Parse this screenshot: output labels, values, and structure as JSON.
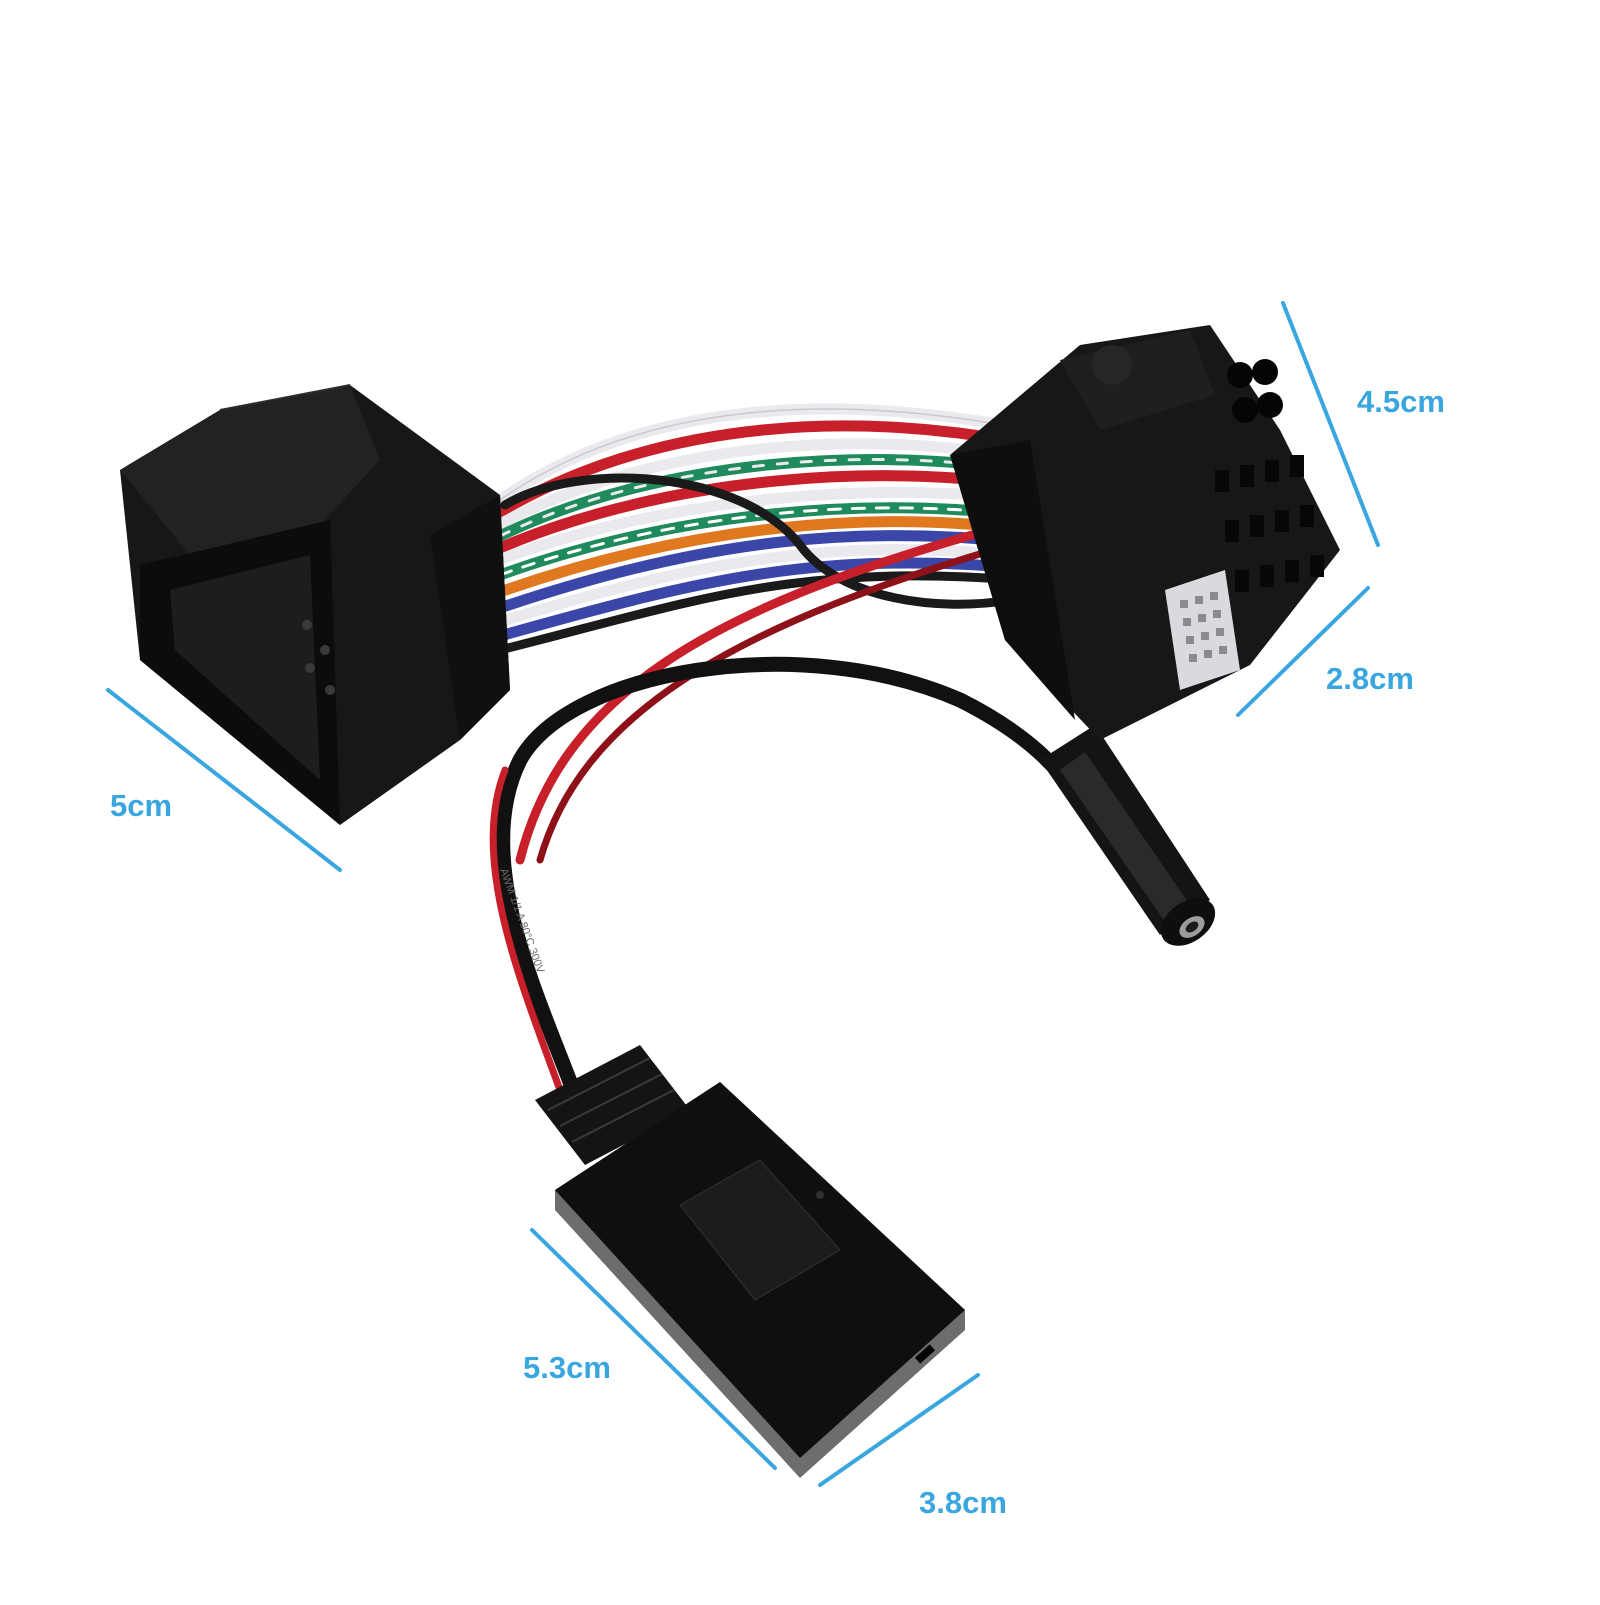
{
  "dimensions": [
    {
      "id": "left-plug-length",
      "label": "5cm"
    },
    {
      "id": "right-plug-height",
      "label": "4.5cm"
    },
    {
      "id": "right-plug-width",
      "label": "2.8cm"
    },
    {
      "id": "module-length",
      "label": "5.3cm"
    },
    {
      "id": "module-width",
      "label": "3.8cm"
    }
  ],
  "colors": {
    "dimension": "#3aa6df",
    "plastic": "#161616",
    "wire_red": "#c8202a",
    "wire_green": "#1f8a5b",
    "wire_orange": "#e0781f",
    "wire_blue": "#3b47a8",
    "wire_white": "#e9e9ee",
    "wire_black": "#1a1a1a"
  },
  "cable_print": "AWM 1/1 A 80°C 300V"
}
